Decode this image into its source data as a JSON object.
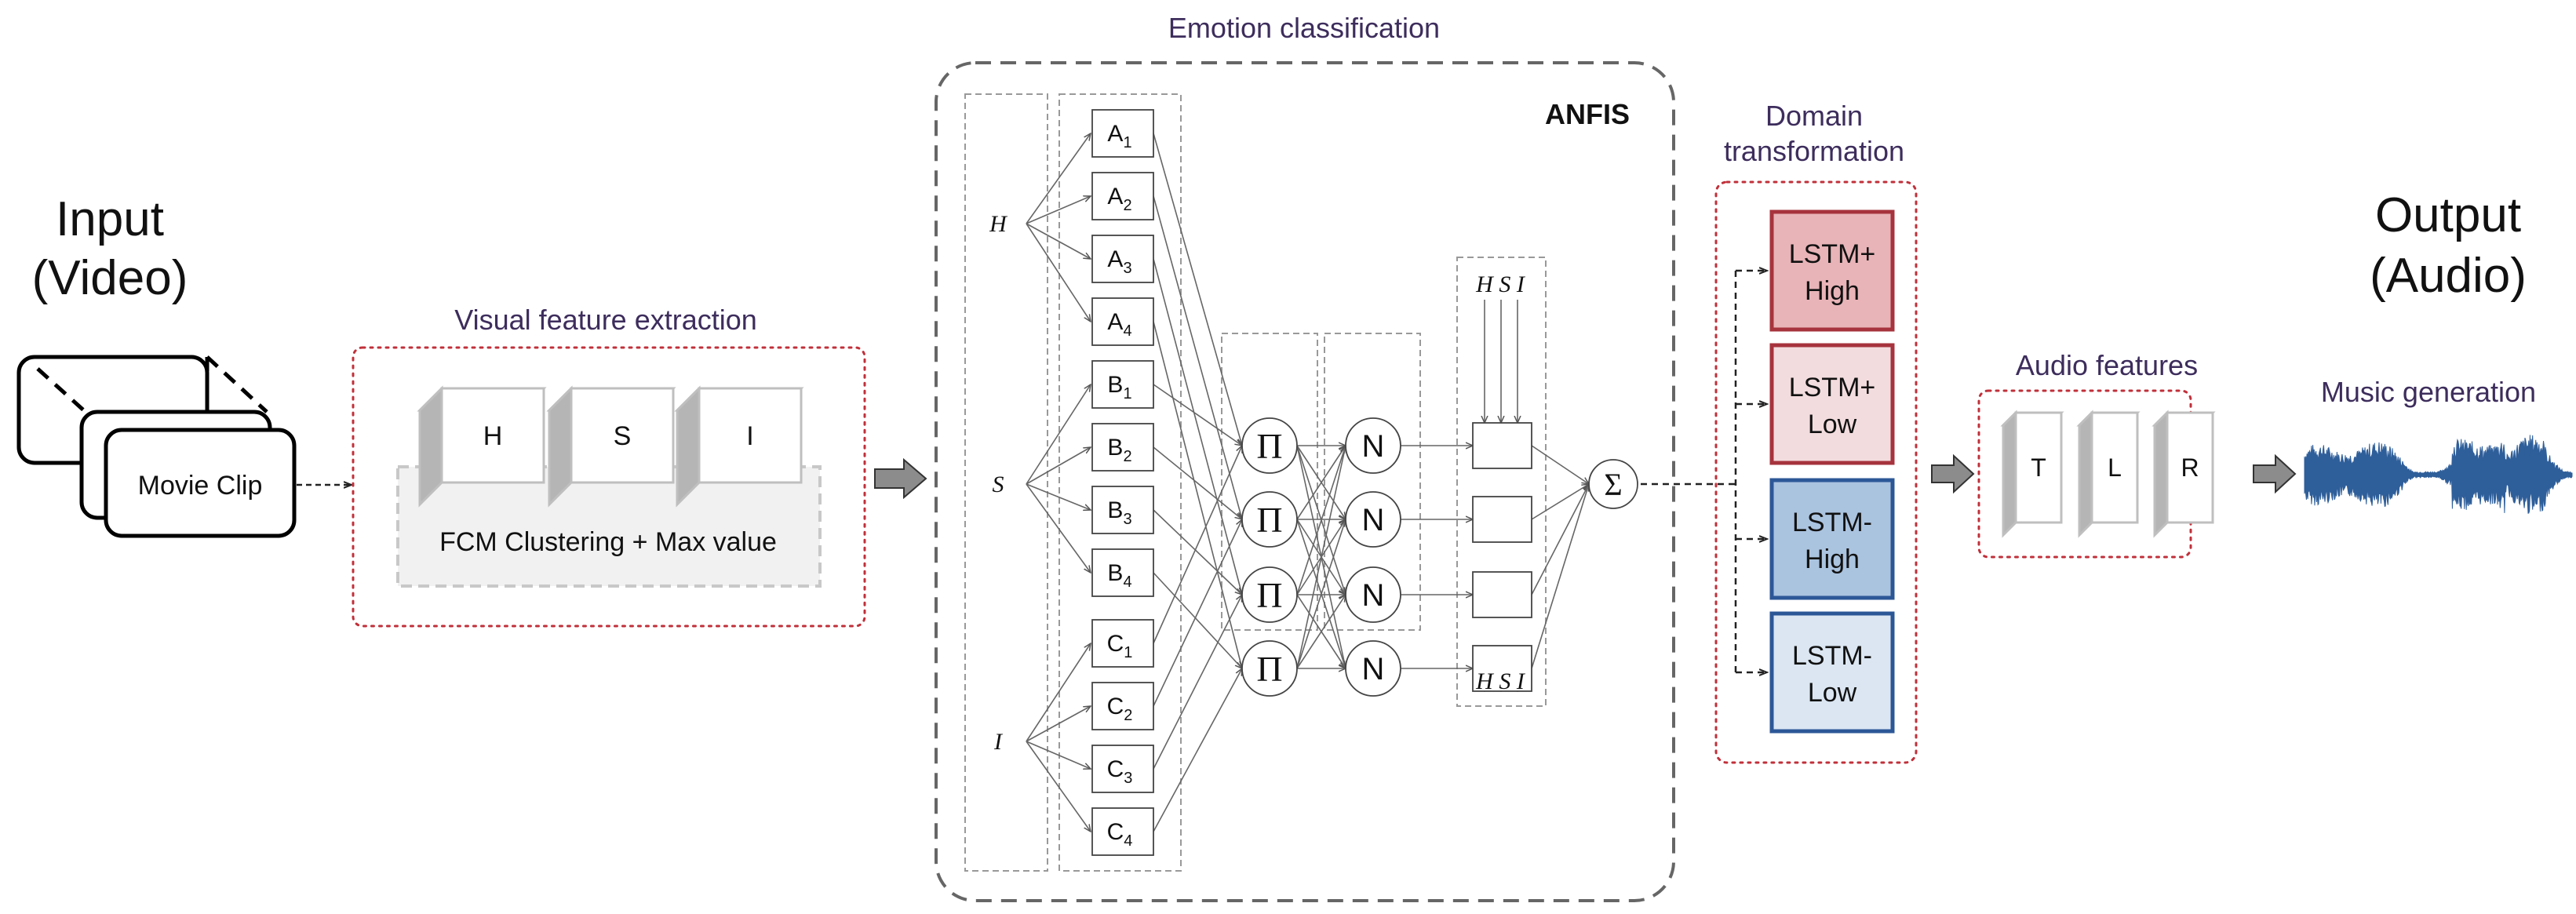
{
  "input": {
    "line1": "Input",
    "line2": "(Video)",
    "clip_label": "Movie Clip"
  },
  "visual": {
    "title": "Visual feature extraction",
    "cubes": [
      "H",
      "S",
      "I"
    ],
    "fcm_label": "FCM Clustering + Max value"
  },
  "emotion": {
    "title": "Emotion classification",
    "anfis_label": "ANFIS",
    "inputs": [
      "H",
      "S",
      "I"
    ],
    "groups": [
      {
        "letter": "A",
        "subs": [
          "1",
          "2",
          "3",
          "4"
        ]
      },
      {
        "letter": "B",
        "subs": [
          "1",
          "2",
          "3",
          "4"
        ]
      },
      {
        "letter": "C",
        "subs": [
          "1",
          "2",
          "3",
          "4"
        ]
      }
    ],
    "pi_symbol": "Π",
    "n_symbol": "N",
    "sum_symbol": "Σ",
    "hsi_top": "H S I",
    "hsi_bottom": "H S I"
  },
  "domain": {
    "title_line1": "Domain",
    "title_line2": "transformation",
    "boxes": [
      {
        "line1": "LSTM+",
        "line2": "High",
        "fill": "#e8b4b8",
        "stroke": "#a6333d"
      },
      {
        "line1": "LSTM+",
        "line2": "Low",
        "fill": "#f3dcde",
        "stroke": "#a6333d"
      },
      {
        "line1": "LSTM-",
        "line2": "High",
        "fill": "#aac3df",
        "stroke": "#2c5797"
      },
      {
        "line1": "LSTM-",
        "line2": "Low",
        "fill": "#dbe6f2",
        "stroke": "#2c5797"
      }
    ]
  },
  "audio": {
    "title": "Audio features",
    "cubes": [
      "T",
      "L",
      "R"
    ]
  },
  "output": {
    "line1": "Output",
    "line2": "(Audio)",
    "music_label": "Music generation"
  },
  "colors": {
    "title_text": "#3d2d5c",
    "red_dotted": "#c0303a",
    "gray_dashed": "#777777",
    "wave": "#2f5f9a"
  }
}
